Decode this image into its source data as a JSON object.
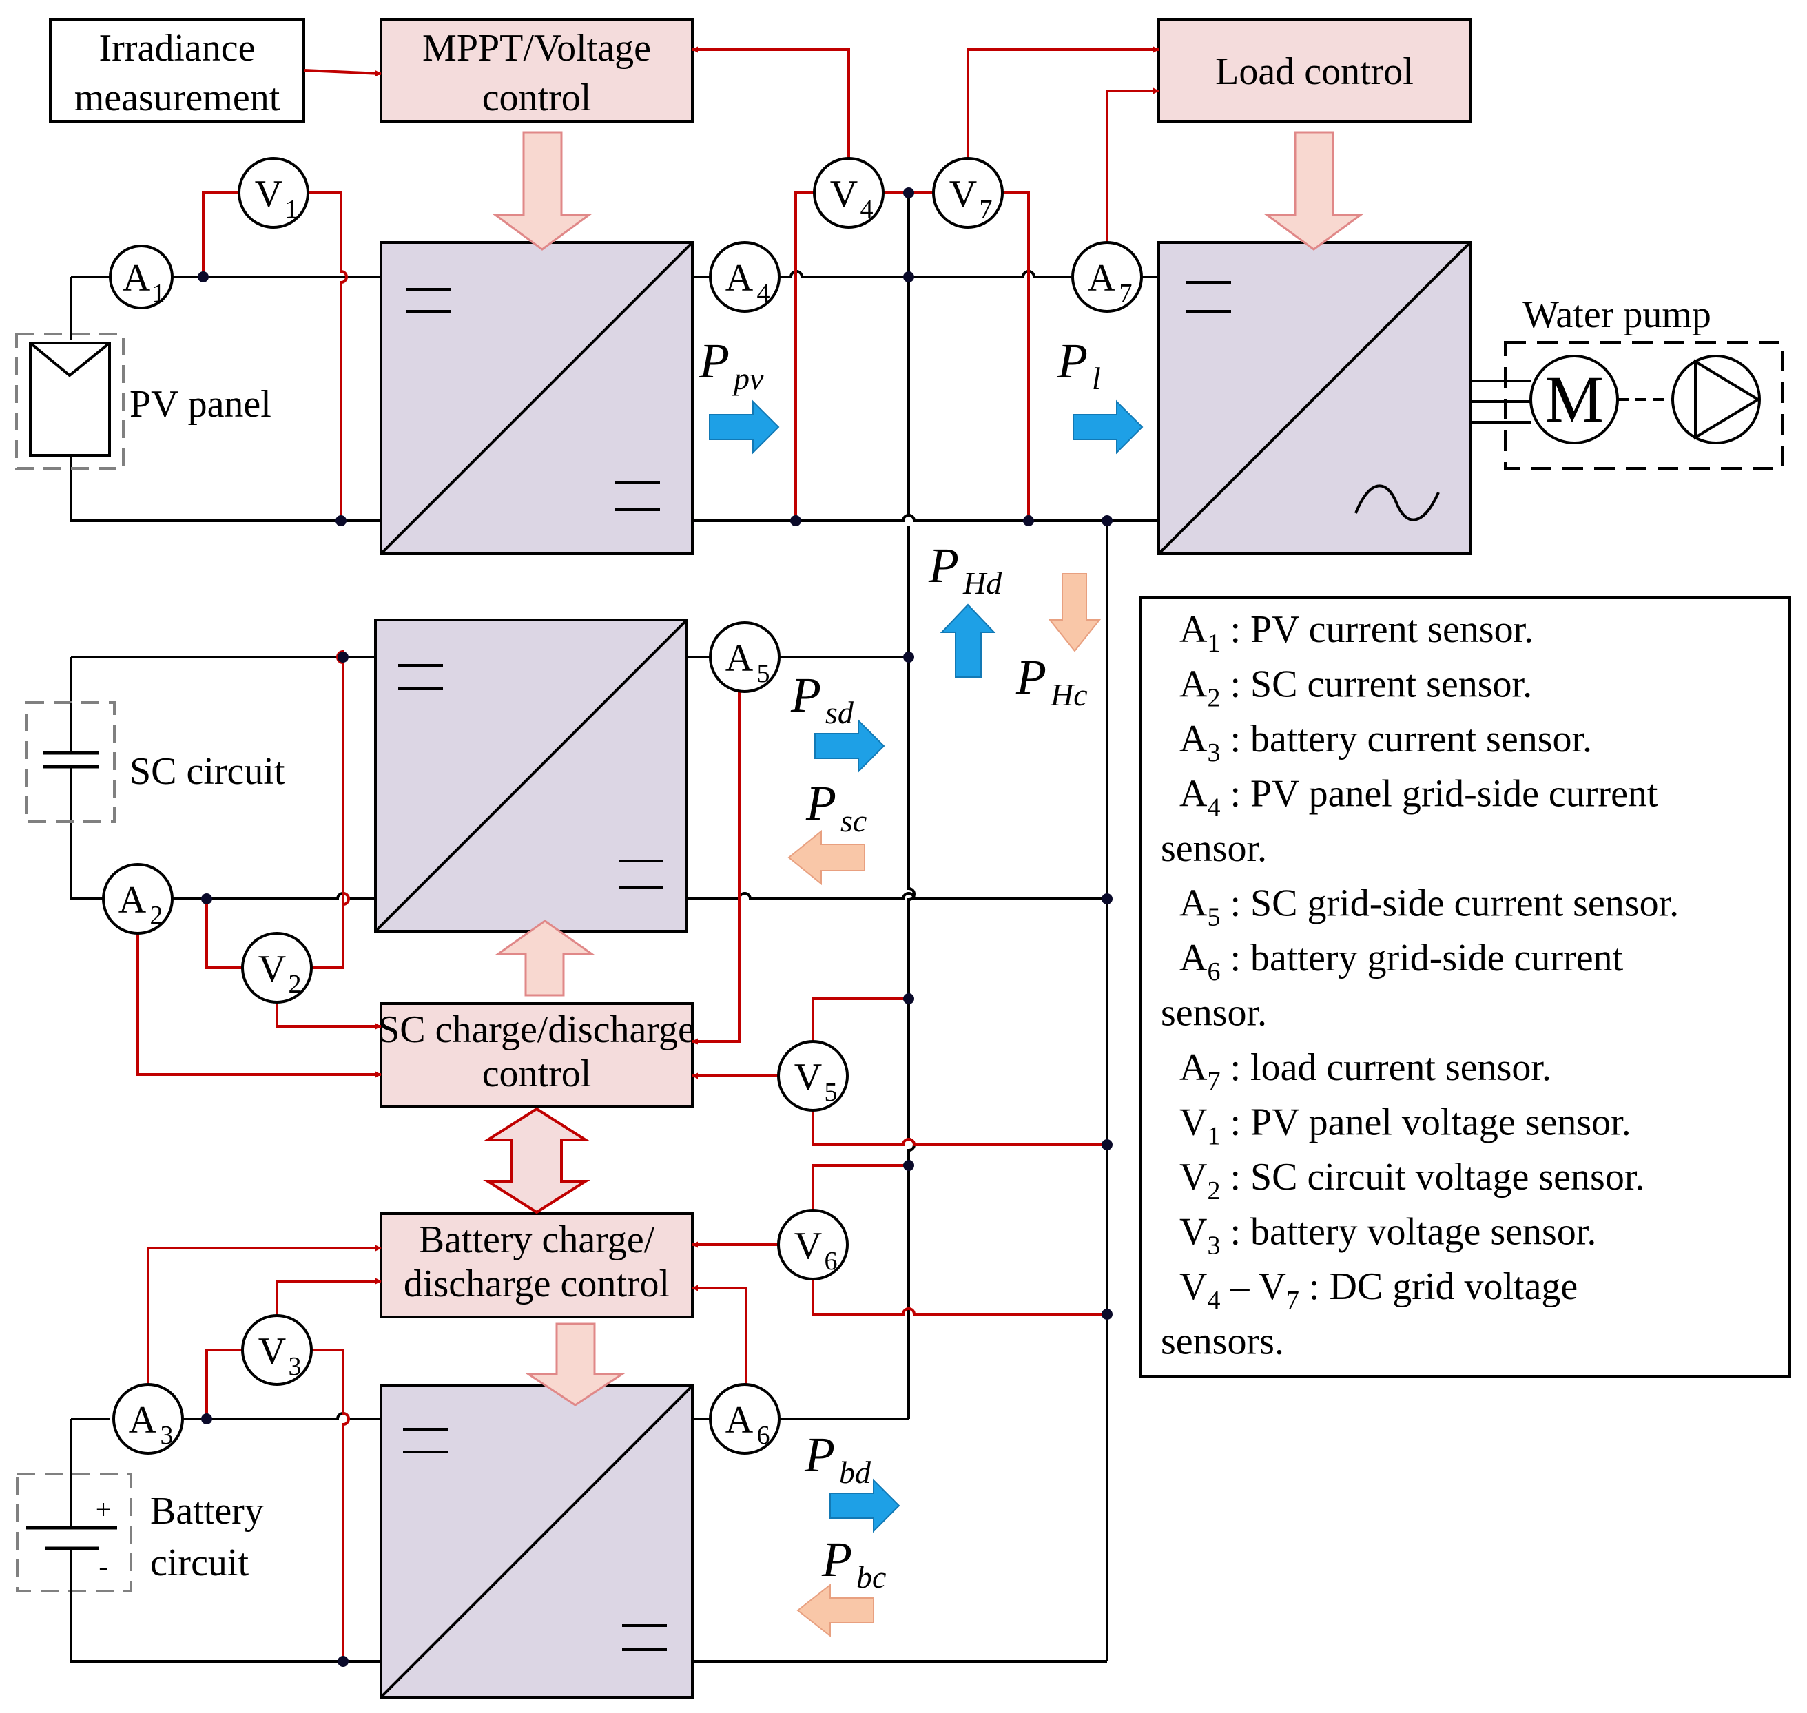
{
  "labels": {
    "irradiance": [
      "Irradiance",
      "measurement"
    ],
    "mppt": [
      "MPPT/Voltage",
      "control"
    ],
    "load_control": "Load control",
    "water_pump": "Water pump",
    "pv_panel": "PV panel",
    "sc_circuit": "SC circuit",
    "battery": [
      "Battery",
      "circuit"
    ],
    "sc_control": [
      "SC charge/discharge",
      "control"
    ],
    "battery_control": [
      "Battery charge/",
      "discharge control"
    ],
    "motor": "M",
    "plus": "+",
    "minus": "-"
  },
  "sensors": {
    "A1": {
      "letter": "A",
      "sub": "1"
    },
    "A2": {
      "letter": "A",
      "sub": "2"
    },
    "A3": {
      "letter": "A",
      "sub": "3"
    },
    "A4": {
      "letter": "A",
      "sub": "4"
    },
    "A5": {
      "letter": "A",
      "sub": "5"
    },
    "A6": {
      "letter": "A",
      "sub": "6"
    },
    "A7": {
      "letter": "A",
      "sub": "7"
    },
    "V1": {
      "letter": "V",
      "sub": "1"
    },
    "V2": {
      "letter": "V",
      "sub": "2"
    },
    "V3": {
      "letter": "V",
      "sub": "3"
    },
    "V4": {
      "letter": "V",
      "sub": "4"
    },
    "V5": {
      "letter": "V",
      "sub": "5"
    },
    "V6": {
      "letter": "V",
      "sub": "6"
    },
    "V7": {
      "letter": "V",
      "sub": "7"
    }
  },
  "power_flows": {
    "ppv": {
      "main": "P",
      "sub": "pv"
    },
    "pl": {
      "main": "P",
      "sub": "l"
    },
    "phd": {
      "main": "P",
      "sub": "Hd"
    },
    "phc": {
      "main": "P",
      "sub": "Hc"
    },
    "psd": {
      "main": "P",
      "sub": "sd"
    },
    "psc": {
      "main": "P",
      "sub": "sc"
    },
    "pbd": {
      "main": "P",
      "sub": "bd"
    },
    "pbc": {
      "main": "P",
      "sub": "bc"
    }
  },
  "legend": [
    {
      "main": "A",
      "sub": "1",
      "text": " : PV current sensor."
    },
    {
      "main": "A",
      "sub": "2",
      "text": " : SC current sensor."
    },
    {
      "main": "A",
      "sub": "3",
      "text": " : battery current sensor."
    },
    {
      "main": "A",
      "sub": "4",
      "text": " : PV panel grid-side current"
    },
    {
      "main": "",
      "sub": "",
      "text": "sensor."
    },
    {
      "main": "A",
      "sub": "5",
      "text": " : SC grid-side current sensor."
    },
    {
      "main": "A",
      "sub": "6",
      "text": " : battery grid-side current"
    },
    {
      "main": "",
      "sub": "",
      "text": "sensor."
    },
    {
      "main": "A",
      "sub": "7",
      "text": " : load current sensor."
    },
    {
      "main": "V",
      "sub": "1",
      "text": " : PV panel voltage sensor."
    },
    {
      "main": "V",
      "sub": "2",
      "text": " : SC circuit voltage sensor."
    },
    {
      "main": "V",
      "sub": "3",
      "text": " : battery voltage sensor."
    },
    {
      "main": "V",
      "sub": "4",
      "sub2": "7",
      "text": " : DC grid voltage"
    },
    {
      "main": "",
      "sub": "",
      "text": "sensors."
    }
  ],
  "colors": {
    "wire": "#000000",
    "signal": "#c00000",
    "control_fill": "#f4dcdc",
    "converter_fill": "#dcd6e4",
    "power_arrow_fill": "#f8d8d0",
    "discharge_arrow": "#1ea0e6",
    "charge_arrow": "#f9c7a8",
    "dashed": "#808080"
  },
  "icons": [
    "pv-panel-icon",
    "capacitor-icon",
    "battery-icon",
    "motor-icon",
    "pump-icon",
    "dc-dc-converter-icon",
    "dc-ac-inverter-icon"
  ]
}
